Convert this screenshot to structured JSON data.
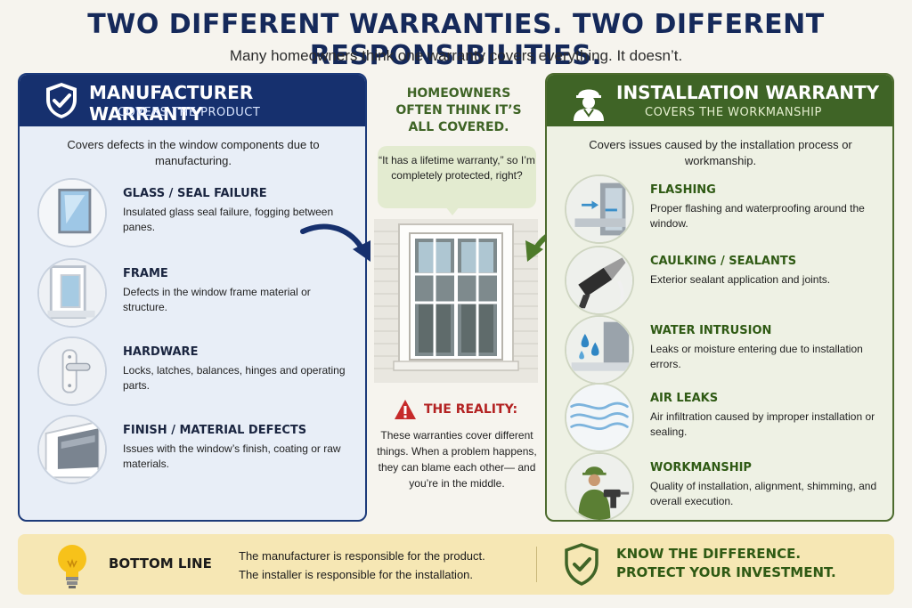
{
  "header": {
    "title": "TWO DIFFERENT WARRANTIES.  TWO DIFFERENT RESPONSIBILITIES.",
    "subtitle": "Many homeowners think one warranty covers everything. It doesn’t."
  },
  "manufacturer": {
    "title": "MANUFACTURER WARRANTY",
    "subtitle": "COVERS THE PRODUCT",
    "intro": "Covers defects in the window components due to manufacturing.",
    "items": [
      {
        "title": "GLASS / SEAL FAILURE",
        "desc": "Insulated glass seal failure, fogging between panes.",
        "icon": "glass-pane-icon"
      },
      {
        "title": "FRAME",
        "desc": "Defects in the window frame material or structure.",
        "icon": "window-frame-icon"
      },
      {
        "title": "HARDWARE",
        "desc": "Locks, latches, balances, hinges and operating parts.",
        "icon": "window-handle-icon"
      },
      {
        "title": "FINISH / MATERIAL DEFECTS",
        "desc": "Issues with the window’s finish, coating or raw materials.",
        "icon": "frame-finish-icon"
      }
    ]
  },
  "installation": {
    "title": "INSTALLATION WARRANTY",
    "subtitle": "COVERS THE WORKMANSHIP",
    "intro": "Covers issues caused by the installation process or workmanship.",
    "items": [
      {
        "title": "FLASHING",
        "desc": "Proper flashing and waterproofing around the window.",
        "icon": "flashing-icon"
      },
      {
        "title": "CAULKING / SEALANTS",
        "desc": "Exterior sealant application and joints.",
        "icon": "caulk-gun-icon"
      },
      {
        "title": "WATER INTRUSION",
        "desc": "Leaks or moisture entering due to installation errors.",
        "icon": "water-drops-icon"
      },
      {
        "title": "AIR LEAKS",
        "desc": "Air infiltration caused by improper installation or sealing.",
        "icon": "air-flow-icon"
      },
      {
        "title": "WORKMANSHIP",
        "desc": "Quality of installation, alignment, shimming, and overall execution.",
        "icon": "worker-drill-icon"
      }
    ]
  },
  "middle": {
    "question_title": "HOMEOWNERS OFTEN THINK IT’S ALL COVERED.",
    "quote": "“It has a lifetime warranty,” so I’m completely protected, right?",
    "reality_title": "THE REALITY:",
    "reality_text": "These warranties cover different things. When a problem happens, they can blame each other— and you’re in the middle."
  },
  "bottom": {
    "label": "BOTTOM LINE",
    "line1": "The manufacturer is responsible for the product.",
    "line2": "The installer is responsible for the installation.",
    "cta1": "KNOW THE DIFFERENCE.",
    "cta2": "PROTECT YOUR INVESTMENT."
  },
  "colors": {
    "navy": "#16306e",
    "green": "#3f6426",
    "alert_red": "#b32222",
    "bottom_bg": "#f6e7b4"
  }
}
